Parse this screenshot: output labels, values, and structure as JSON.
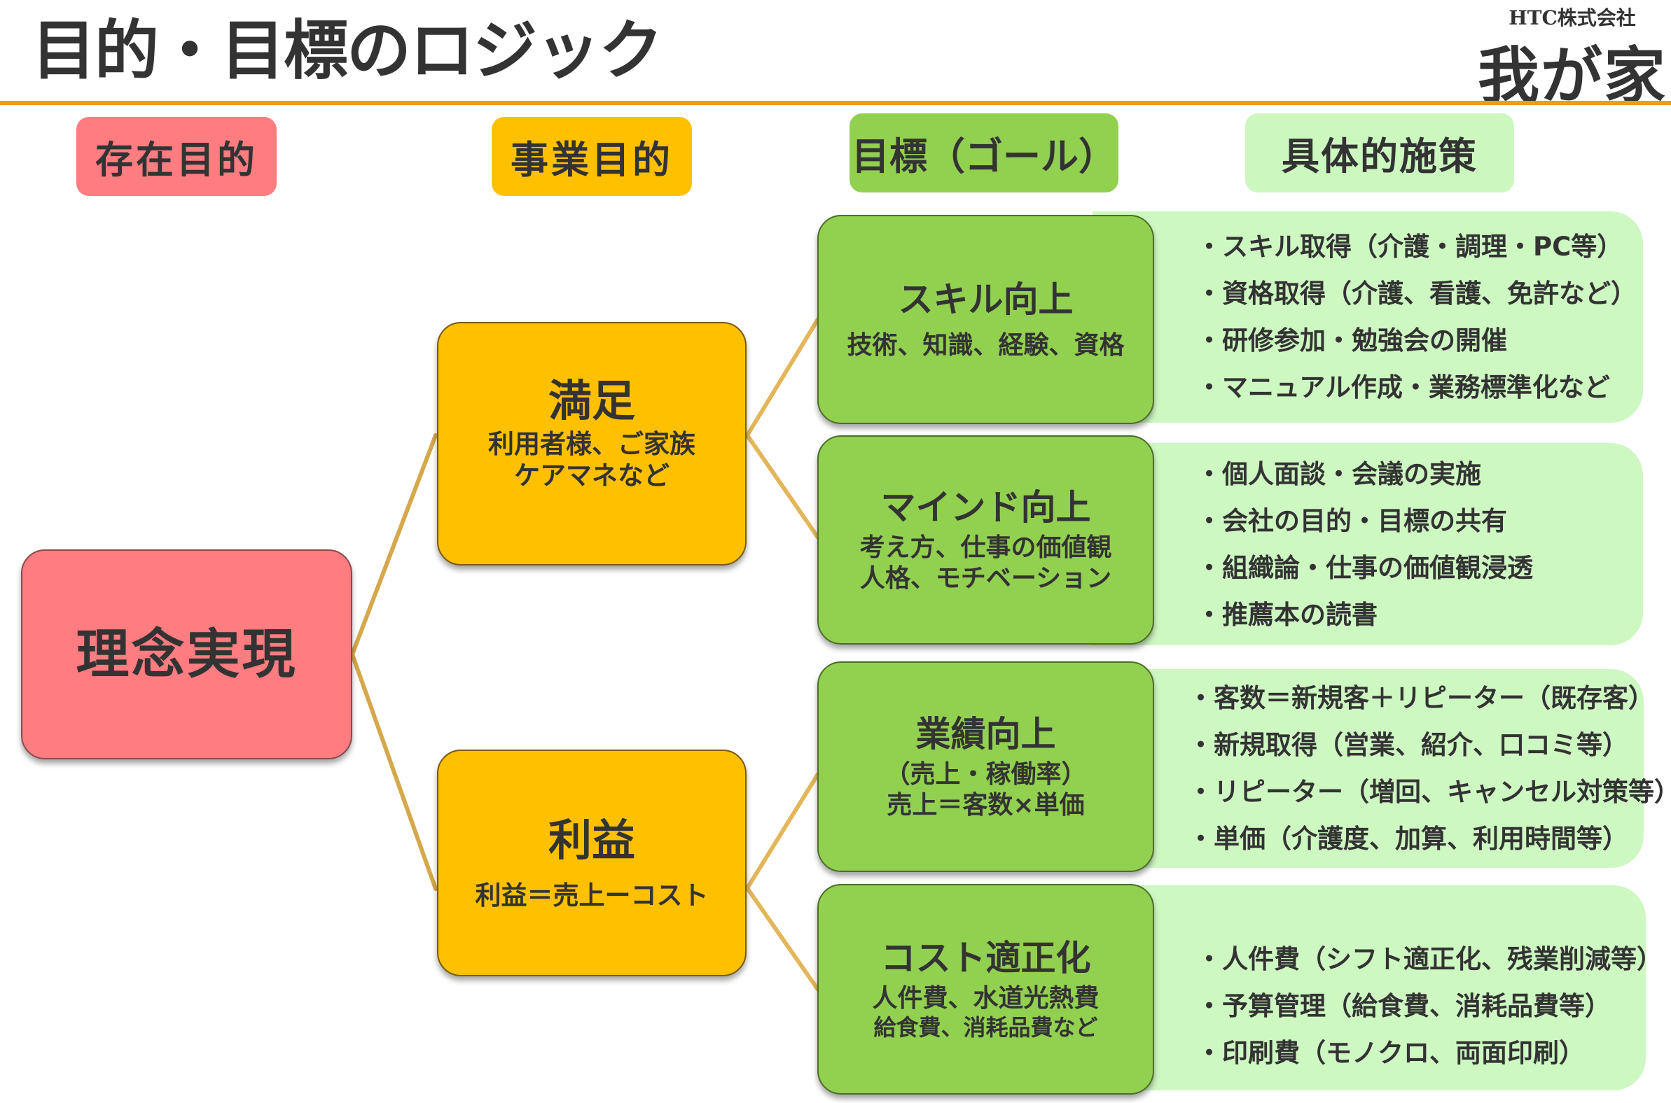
{
  "header": {
    "title": "目的・目標のロジック",
    "logo": {
      "company": "HTC株式会社",
      "brand": "我が家"
    },
    "accent_color": "#F29A1A"
  },
  "columns": [
    {
      "label": "存在目的",
      "color": "#FF7C80"
    },
    {
      "label": "事業目的",
      "color": "#FFC000"
    },
    {
      "label": "目標（ゴール）",
      "color": "#92D050"
    },
    {
      "label": "具体的施策",
      "color": "#CCF8C0"
    }
  ],
  "root": {
    "title": "理念実現"
  },
  "purposes": [
    {
      "title": "満足",
      "sub": [
        "利用者様、ご家族",
        "ケアマネなど"
      ]
    },
    {
      "title": "利益",
      "sub": [
        "利益＝売上ーコスト"
      ]
    }
  ],
  "goals": [
    {
      "title": "スキル向上",
      "sub": [
        "技術、知識、経験、資格"
      ],
      "measures": [
        "・スキル取得（介護・調理・PC等）",
        "・資格取得（介護、看護、免許など）",
        "・研修参加・勉強会の開催",
        "・マニュアル作成・業務標準化など"
      ]
    },
    {
      "title": "マインド向上",
      "sub": [
        "考え方、仕事の価値観",
        "人格、モチベーション"
      ],
      "measures": [
        "・個人面談・会議の実施",
        "・会社の目的・目標の共有",
        "・組織論・仕事の価値観浸透",
        "・推薦本の読書"
      ]
    },
    {
      "title": "業績向上",
      "sub": [
        "（売上・稼働率）",
        "売上＝客数×単価"
      ],
      "measures": [
        "・客数＝新規客＋リピーター（既存客）",
        "・新規取得（営業、紹介、口コミ等）",
        "・リピーター（増回、キャンセル対策等）",
        "・単価（介護度、加算、利用時間等）"
      ]
    },
    {
      "title": "コスト適正化",
      "sub": [
        "人件費、水道光熱費",
        "給食費、消耗品費など"
      ],
      "measures": [
        "・人件費（シフト適正化、残業削減等）",
        "・予算管理（給食費、消耗品費等）",
        "・印刷費（モノクロ、両面印刷）"
      ]
    }
  ],
  "connector_color": "#D4A84B"
}
